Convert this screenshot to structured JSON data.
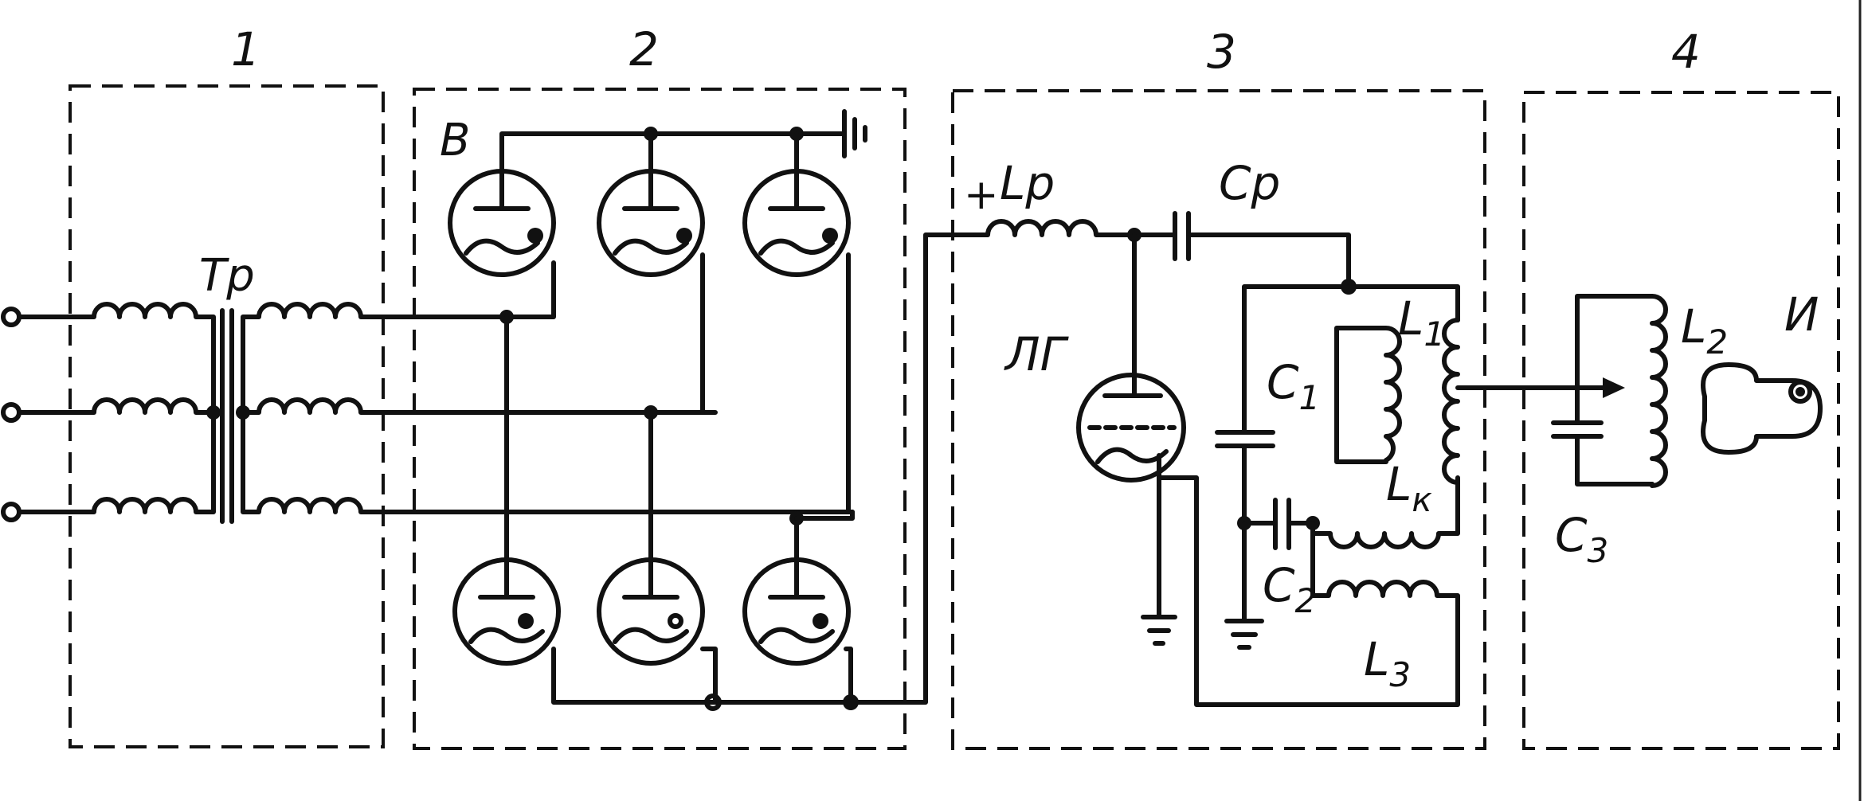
{
  "blocks": {
    "b1": "1",
    "b2": "2",
    "b3": "3",
    "b4": "4"
  },
  "labels": {
    "transformer": "Tp",
    "rectifier": "B",
    "plus": "+",
    "choke": "Lp",
    "coupling_cap": "Cp",
    "generator_tube": "ЛГ",
    "c1": "C1",
    "c2": "C2",
    "c3": "C3",
    "l1": "L1",
    "l2": "L2",
    "l3": "L3",
    "lk": "Lк",
    "emitter": "И"
  }
}
